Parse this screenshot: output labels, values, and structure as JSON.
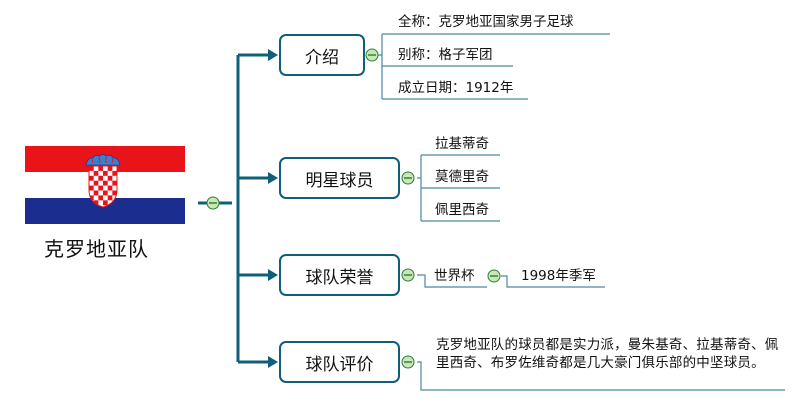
{
  "root": {
    "label": "克罗地亚队"
  },
  "flag": {
    "red": "#e8141a",
    "white": "#ffffff",
    "blue": "#1b2e8f"
  },
  "branches": [
    {
      "label": "介绍",
      "items": [
        "全称：克罗地亚国家男子足球",
        "别称：格子军团",
        "成立日期：1912年"
      ]
    },
    {
      "label": "明星球员",
      "items": [
        "拉基蒂奇",
        "莫德里奇",
        "佩里西奇"
      ]
    },
    {
      "label": "球队荣誉",
      "items": [
        "世界杯"
      ],
      "sub": [
        "1998年季军"
      ]
    },
    {
      "label": "球队评价",
      "items": [
        "克罗地亚队的球员都是实力派，曼朱基奇、拉基蒂奇、佩里西奇、布罗佐维奇都是几大豪门俱乐部的中坚球员。"
      ]
    }
  ],
  "colors": {
    "line": "#0f5f7a",
    "leaf_line": "#4a86a8",
    "collapse_fill": "#c8e6b8",
    "collapse_stroke": "#2e7d32"
  }
}
